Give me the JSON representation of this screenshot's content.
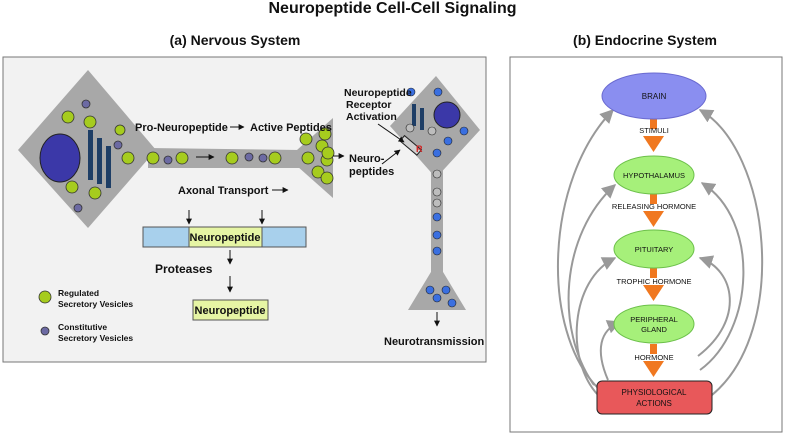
{
  "title": "Neuropeptide Cell-Cell Signaling",
  "panel_a": {
    "title": "(a) Nervous System",
    "pro_neuropeptide": "Pro-Neuropeptide",
    "active_peptides": "Active Peptides",
    "axonal_transport": "Axonal Transport",
    "neuropeptide_bar": "Neuropeptide",
    "proteases": "Proteases",
    "neuropeptide_box": "Neuropeptide",
    "receptor_line1": "Neuropeptide",
    "receptor_line2": "Receptor",
    "receptor_line3": "Activation",
    "neuro_line1": "Neuro-",
    "neuro_line2": "peptides",
    "receptor_marker": "R",
    "neurotransmission": "Neurotransmission",
    "legend": {
      "regulated_line1": "Regulated",
      "regulated_line2": "Secretory Vesicles",
      "constitutive_line1": "Constitutive",
      "constitutive_line2": "Secretory Vesicles"
    }
  },
  "panel_b": {
    "title": "(b) Endocrine System",
    "brain": "BRAIN",
    "stimuli": "STIMULI",
    "hypothalamus": "HYPOTHALAMUS",
    "releasing_hormone": "RELEASING HORMONE",
    "pituitary": "PITUITARY",
    "trophic_hormone": "TROPHIC HORMONE",
    "peripheral_line1": "PERIPHERAL",
    "peripheral_line2": "GLAND",
    "hormone": "HORMONE",
    "actions_line1": "PHYSIOLOGICAL",
    "actions_line2": "ACTIONS"
  },
  "colors": {
    "cell_gray": "#a8a8a8",
    "regulated_vesicle": "#a6cc1e",
    "constitutive_vesicle": "#6c6aa3",
    "nucleus": "#3b38a8",
    "blue_vesicle": "#3a6fe0",
    "brain_fill": "#8a8ef0",
    "gland_fill": "#a6f07a",
    "actions_fill": "#e8585a",
    "arrow_orange": "#f07820",
    "bar_blue": "#a8d0ec",
    "bar_green": "#e6f5a4"
  }
}
